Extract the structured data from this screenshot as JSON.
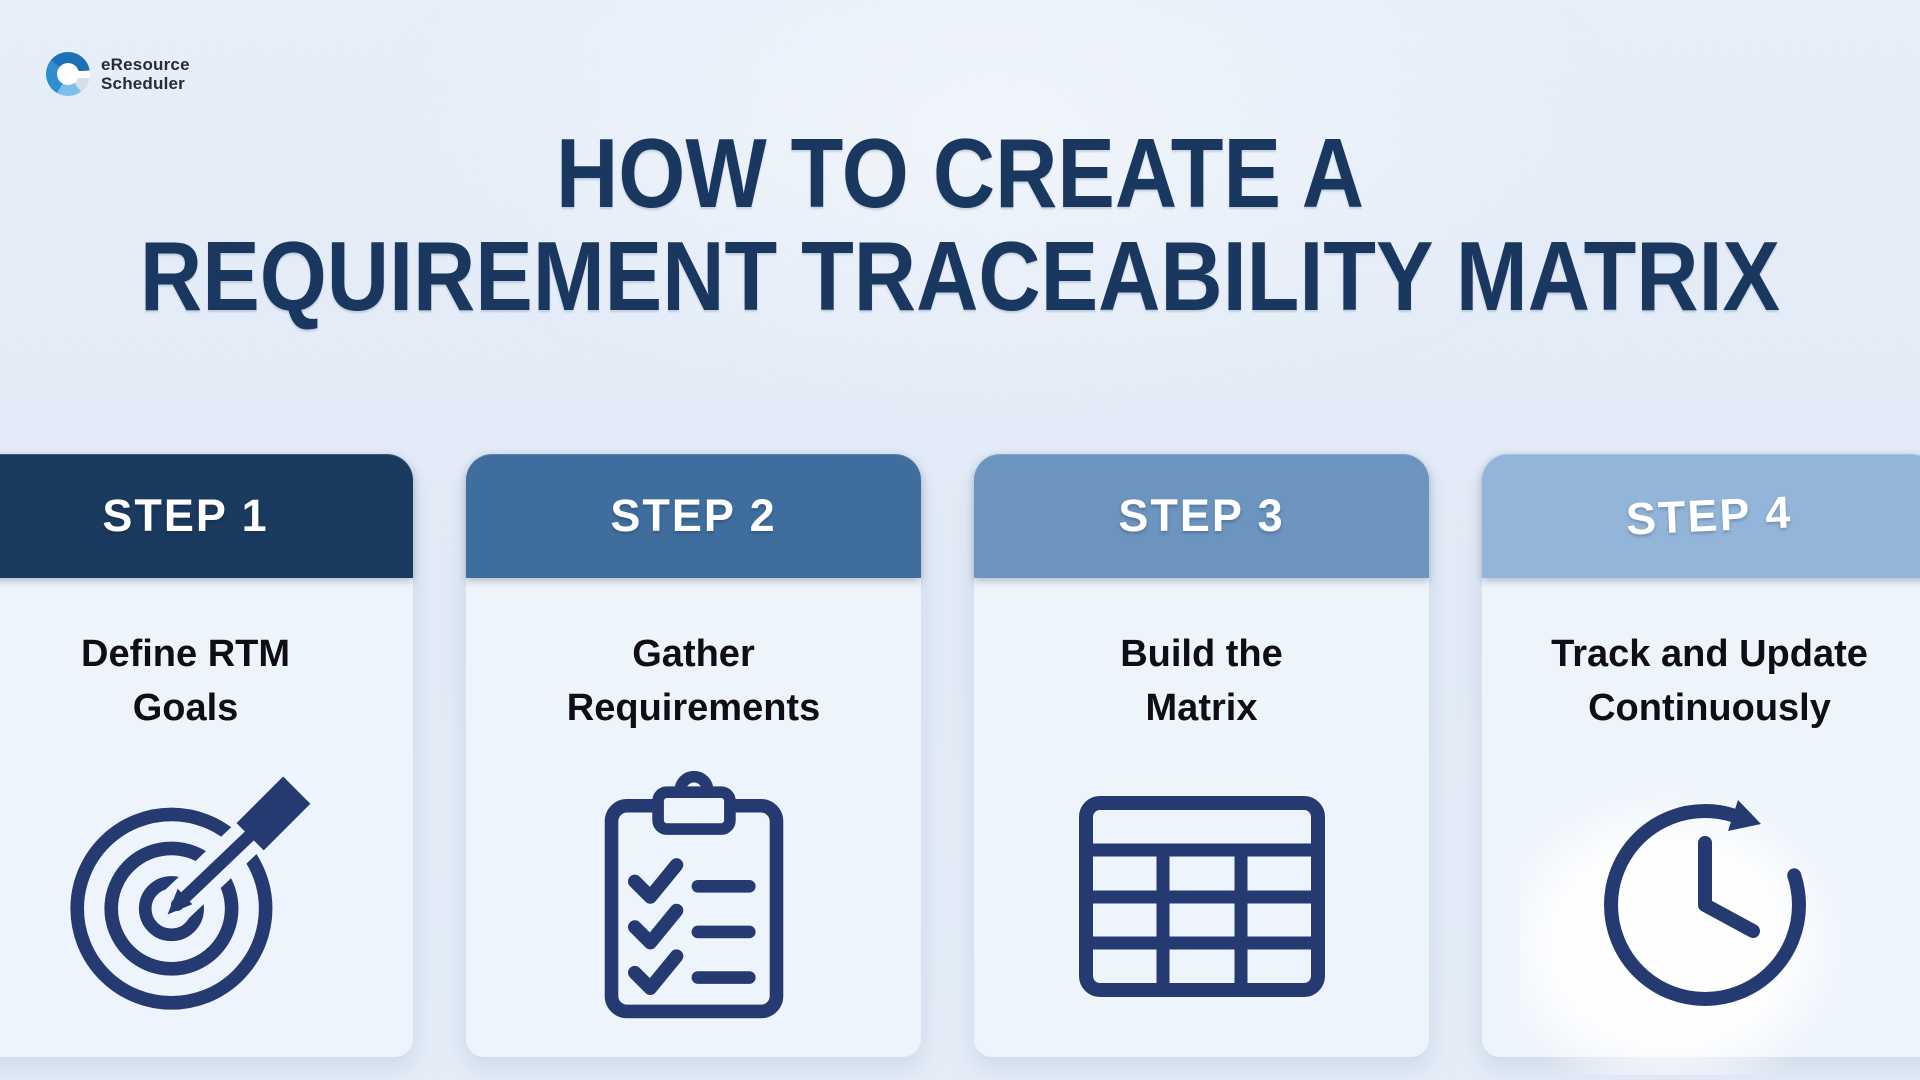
{
  "brand": {
    "name_line1": "eResource",
    "name_line2": "Scheduler"
  },
  "title": {
    "line1": "HOW TO CREATE A",
    "line2": "REQUIREMENT TRACEABILITY MATRIX"
  },
  "steps": [
    {
      "label": "STEP 1",
      "title_line1": "Define RTM",
      "title_line2": "Goals",
      "icon": "target-arrow-icon",
      "header_color": "#1b3a5f"
    },
    {
      "label": "STEP 2",
      "title_line1": "Gather",
      "title_line2": "Requirements",
      "icon": "clipboard-checklist-icon",
      "header_color": "#3f6e9e"
    },
    {
      "label": "STEP 3",
      "title_line1": "Build the",
      "title_line2": "Matrix",
      "icon": "table-grid-icon",
      "header_color": "#6b94bf"
    },
    {
      "label": "STEP 4",
      "title_line1": "Track and Update",
      "title_line2": "Continuously",
      "icon": "clock-refresh-icon",
      "header_color": "#93b5d9"
    }
  ],
  "palette": {
    "background": "#e3ecf7",
    "card_body": "#eef4fb",
    "title_text": "#1a3760",
    "step_text": "#ffffff",
    "card_title_text": "#0e0e13",
    "icon": "#243a70"
  }
}
